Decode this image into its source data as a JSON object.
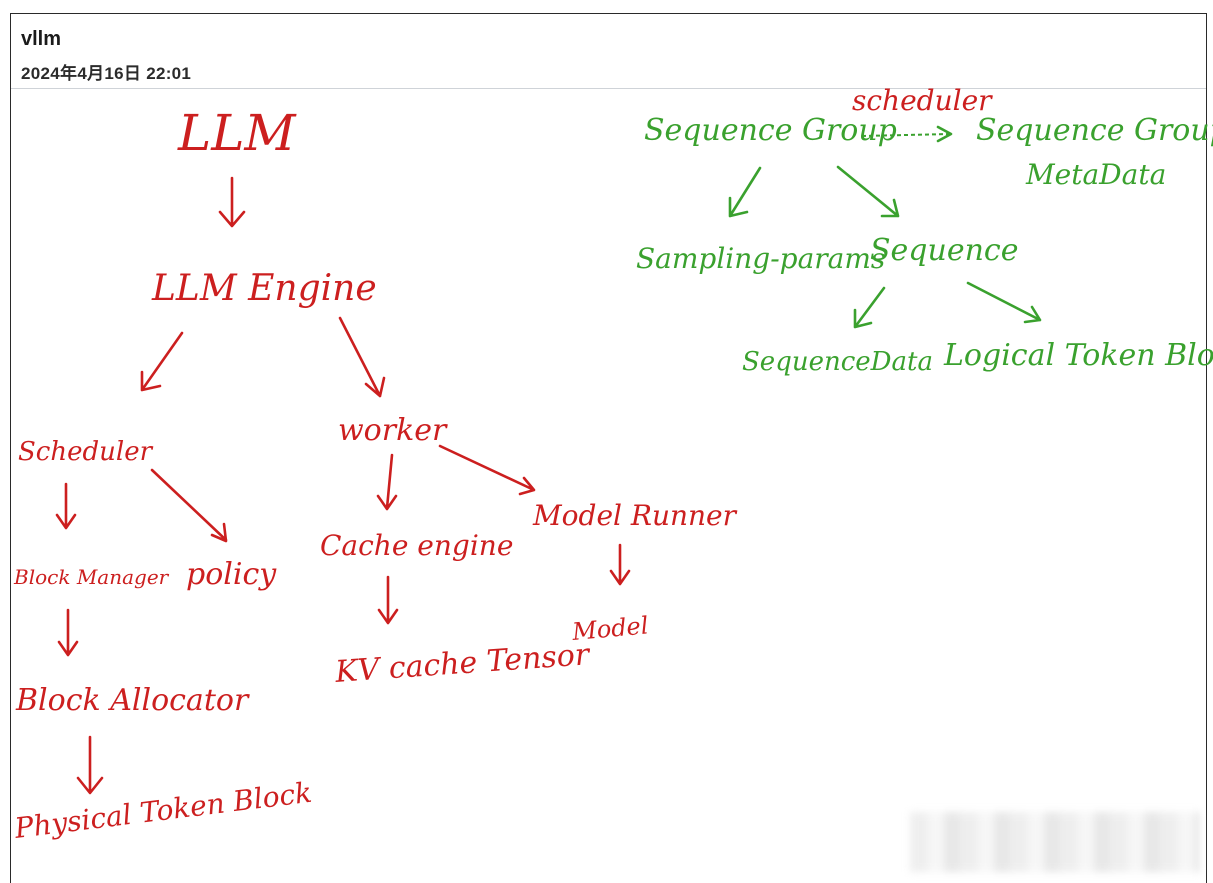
{
  "note": {
    "title": "vllm",
    "date": "2024年4月16日 22:01"
  },
  "diagram": {
    "red_nodes": {
      "llm": "LLM",
      "llm_engine": "LLM Engine",
      "scheduler": "Scheduler",
      "worker": "worker",
      "block_manager": "Block Manager",
      "policy": "policy",
      "block_allocator": "Block Allocator",
      "physical_token_block": "Physical Token Block",
      "cache_engine": "Cache engine",
      "model_runner": "Model Runner",
      "kv_cache_tensor": "KV cache Tensor",
      "model": "Model",
      "scheduler_label": "scheduler"
    },
    "green_nodes": {
      "sequence_group": "Sequence Group",
      "sequence_group_metadata_line1": "Sequence Group",
      "sequence_group_metadata_line2": "MetaData",
      "sampling_params": "Sampling-params",
      "sequence": "Sequence",
      "sequence_data": "SequenceData",
      "logical_token_block": "Logical Token Block"
    },
    "colors": {
      "red": "#cc1f1f",
      "green": "#3aa12e"
    }
  }
}
